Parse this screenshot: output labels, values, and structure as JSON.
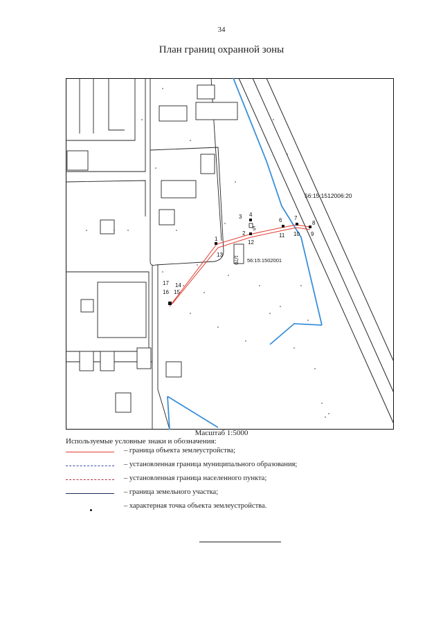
{
  "page_number": "34",
  "title": "План границ охранной зоны",
  "map": {
    "parcel_label_1": "56:15:1512006:20",
    "parcel_label_2": "56:15:1502001",
    "building_label": "1/70",
    "points": [
      {
        "id": "1",
        "label": "1"
      },
      {
        "id": "2",
        "label": "2"
      },
      {
        "id": "3",
        "label": "3"
      },
      {
        "id": "4",
        "label": "4"
      },
      {
        "id": "5",
        "label": "5"
      },
      {
        "id": "6",
        "label": "6"
      },
      {
        "id": "7",
        "label": "7"
      },
      {
        "id": "8",
        "label": "8"
      },
      {
        "id": "9",
        "label": "9"
      },
      {
        "id": "10",
        "label": "10"
      },
      {
        "id": "11",
        "label": "11"
      },
      {
        "id": "12",
        "label": "12"
      },
      {
        "id": "13",
        "label": "13"
      },
      {
        "id": "14",
        "label": "14"
      },
      {
        "id": "15",
        "label": "15"
      },
      {
        "id": "16",
        "label": "16"
      },
      {
        "id": "17",
        "label": "17"
      }
    ],
    "colors": {
      "boundary": "#e03a2e",
      "water": "#3a8fd8",
      "lines": "#111111"
    }
  },
  "scale": "Масштаб 1:5000",
  "legend": {
    "heading": "Используемые условные знаки и обозначения:",
    "items": [
      {
        "label": "– граница объекта землеустройства;"
      },
      {
        "label": "– установленная граница муниципального образования;"
      },
      {
        "label": "– установленная граница населенного пункта;"
      },
      {
        "label": "– граница земельного участка;"
      },
      {
        "label": "– характерная точка объекта землеустройства."
      }
    ]
  }
}
